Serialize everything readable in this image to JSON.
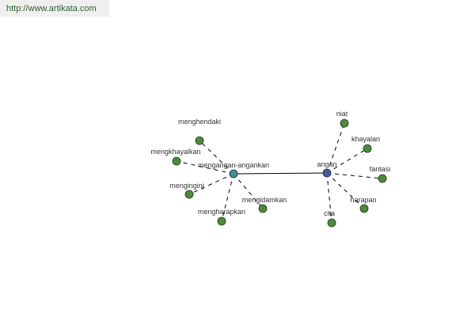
{
  "site_url": "http://www.artikata.com",
  "colors": {
    "leaf": "#4e8a3a",
    "hub_left": "#3f8f8f",
    "hub_right": "#4a55a0",
    "edge": "#000000"
  },
  "graph": {
    "hubs": [
      {
        "id": "h1",
        "label": "mengangan-angankan"
      },
      {
        "id": "h2",
        "label": "angan"
      }
    ],
    "leaves": [
      {
        "id": "l1",
        "hub": "h1",
        "label": "menghendaki"
      },
      {
        "id": "l2",
        "hub": "h1",
        "label": "mengkhayalkan"
      },
      {
        "id": "l3",
        "hub": "h1",
        "label": "menginginj"
      },
      {
        "id": "l4",
        "hub": "h1",
        "label": "mengharapkan"
      },
      {
        "id": "l5",
        "hub": "h1",
        "label": "mengidamkan"
      },
      {
        "id": "l6",
        "hub": "h2",
        "label": "niat"
      },
      {
        "id": "l7",
        "hub": "h2",
        "label": "khayalan"
      },
      {
        "id": "l8",
        "hub": "h2",
        "label": "fantasi"
      },
      {
        "id": "l9",
        "hub": "h2",
        "label": "harapan"
      },
      {
        "id": "l10",
        "hub": "h2",
        "label": "cita"
      }
    ]
  }
}
